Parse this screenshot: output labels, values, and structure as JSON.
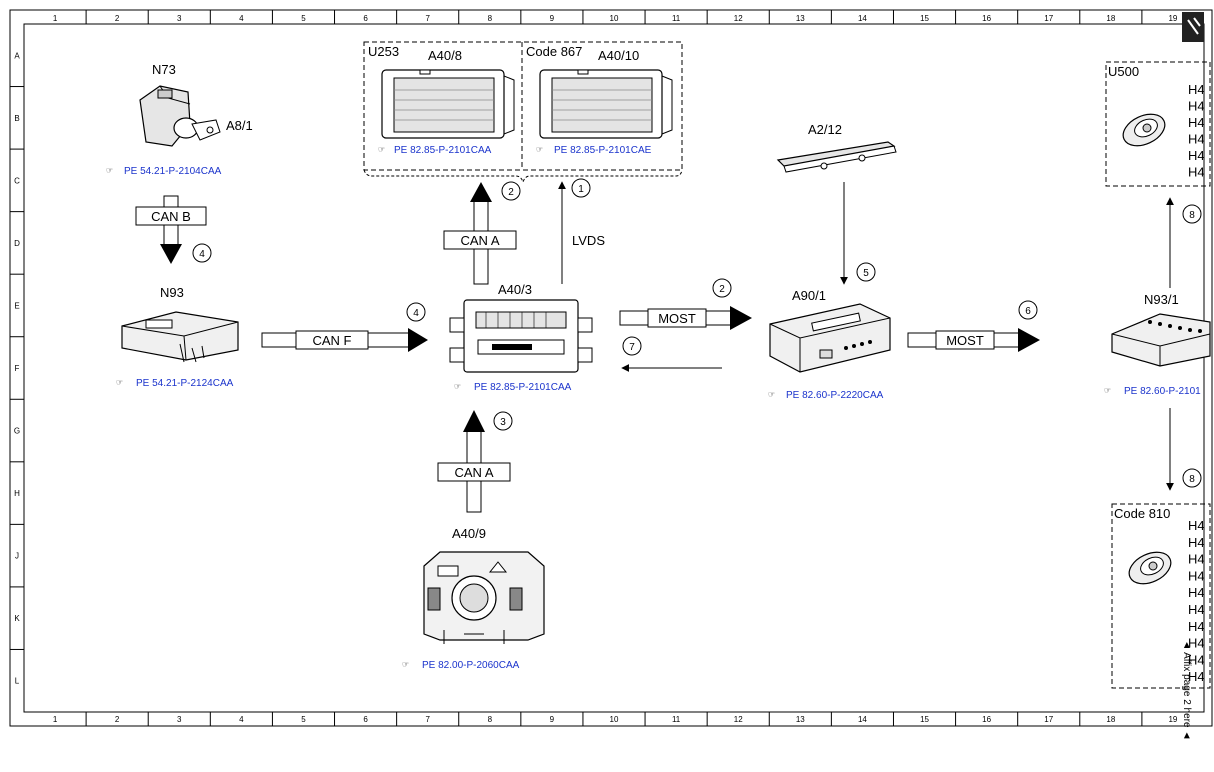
{
  "border": {
    "columns": [
      "1",
      "2",
      "3",
      "4",
      "5",
      "6",
      "7",
      "8",
      "9",
      "10",
      "11",
      "12",
      "13",
      "14",
      "15",
      "16",
      "17",
      "18",
      "19"
    ],
    "rows": [
      "A",
      "B",
      "C",
      "D",
      "E",
      "F",
      "G",
      "H",
      "J",
      "K",
      "L"
    ]
  },
  "components": {
    "n73": "N73",
    "a8_1": "A8/1",
    "n93": "N93",
    "u253": "U253",
    "a40_8": "A40/8",
    "code867": "Code 867",
    "a40_10": "A40/10",
    "a40_3": "A40/3",
    "a40_9": "A40/9",
    "a2_12": "A2/12",
    "a90_1": "A90/1",
    "u500": "U500",
    "n93_1": "N93/1",
    "code810": "Code 810",
    "h4": "H4"
  },
  "references": {
    "n73": "PE 54.21-P-2104CAA",
    "n93": "PE 54.21-P-2124CAA",
    "a40_8": "PE 82.85-P-2101CAA",
    "a40_10": "PE 82.85-P-2101CAE",
    "a40_3": "PE 82.85-P-2101CAA",
    "a40_9": "PE 82.00-P-2060CAA",
    "a90_1": "PE 82.60-P-2220CAA",
    "n93_1": "PE 82.60-P-2101"
  },
  "buses": {
    "can_b": "CAN B",
    "can_f": "CAN F",
    "can_a_top": "CAN A",
    "can_a_bottom": "CAN A",
    "lvds": "LVDS",
    "most_left": "MOST",
    "most_right": "MOST"
  },
  "numbers": {
    "n4a": "4",
    "n4b": "4",
    "n2a": "2",
    "n1": "1",
    "n2b": "2",
    "n7": "7",
    "n3": "3",
    "n5": "5",
    "n6": "6",
    "n8a": "8",
    "n8b": "8"
  },
  "continuation_note": "◄ Affix page 2 here ◄"
}
